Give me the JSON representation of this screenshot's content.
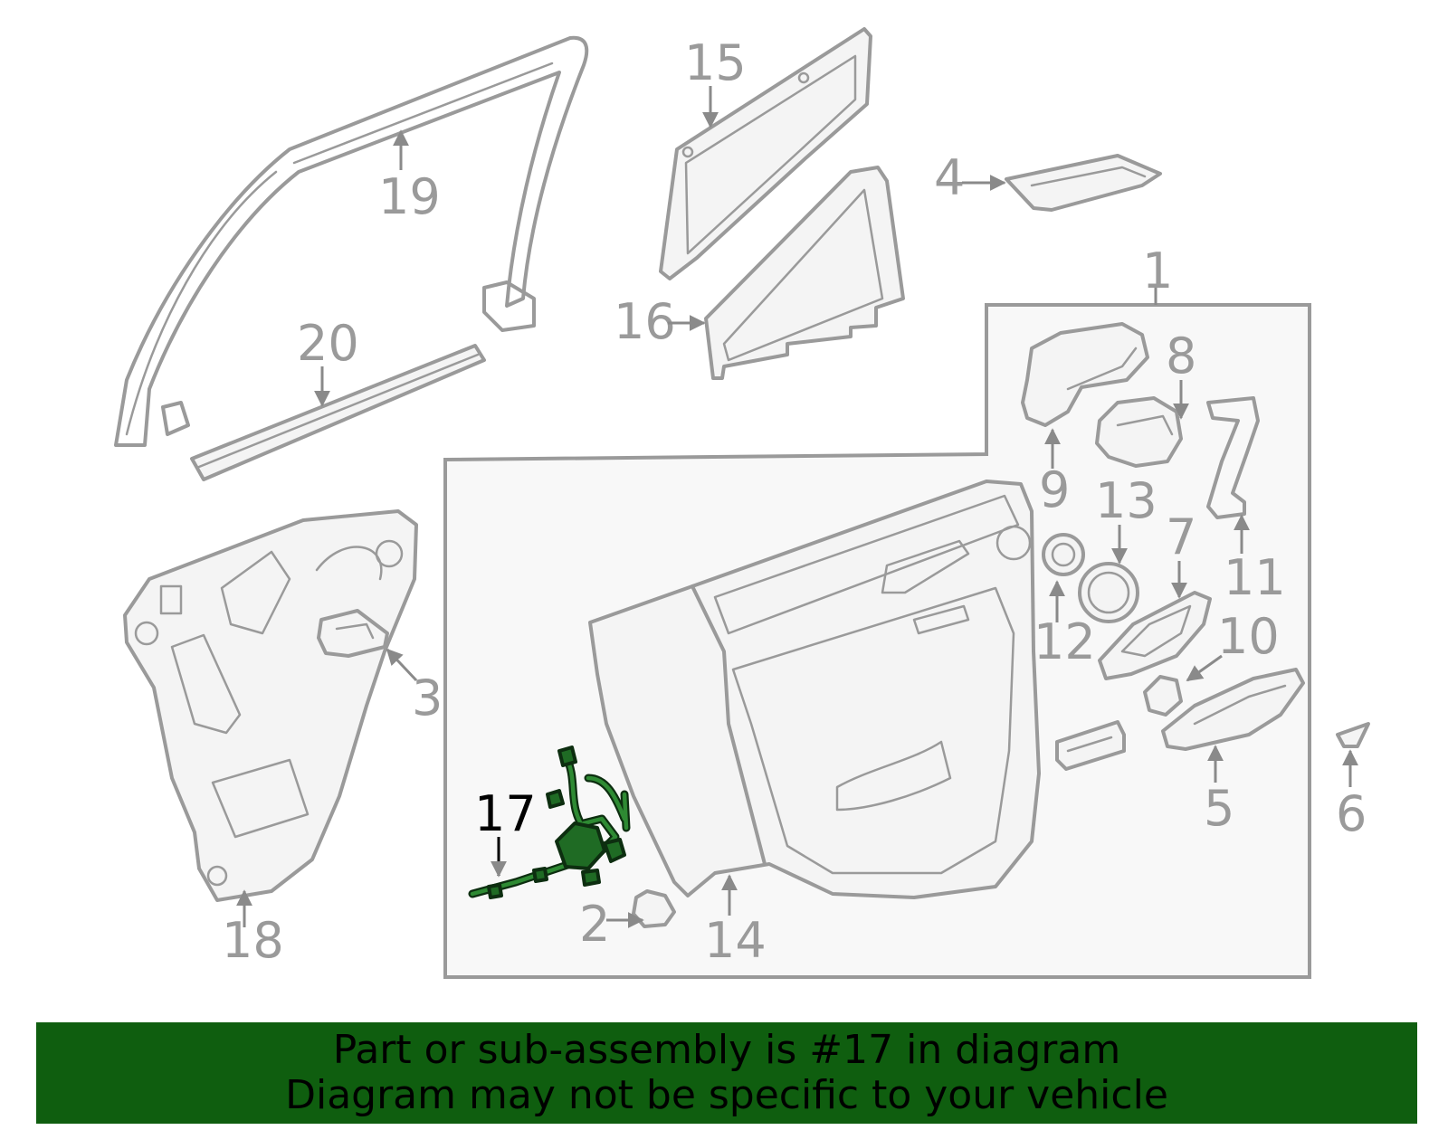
{
  "diagram": {
    "highlight_color": "#1f6b24",
    "banner_color": "#0f5e0f",
    "callouts": {
      "c1": "1",
      "c2": "2",
      "c3": "3",
      "c4": "4",
      "c5": "5",
      "c6": "6",
      "c7": "7",
      "c8": "8",
      "c9": "9",
      "c10": "10",
      "c11": "11",
      "c12": "12",
      "c13": "13",
      "c14": "14",
      "c15": "15",
      "c16": "16",
      "c17": "17",
      "c18": "18",
      "c19": "19",
      "c20": "20"
    },
    "highlighted_part": "17"
  },
  "banner": {
    "line1": "Part or sub-assembly is #17 in diagram",
    "line2": "Diagram may not be specific to your vehicle"
  }
}
